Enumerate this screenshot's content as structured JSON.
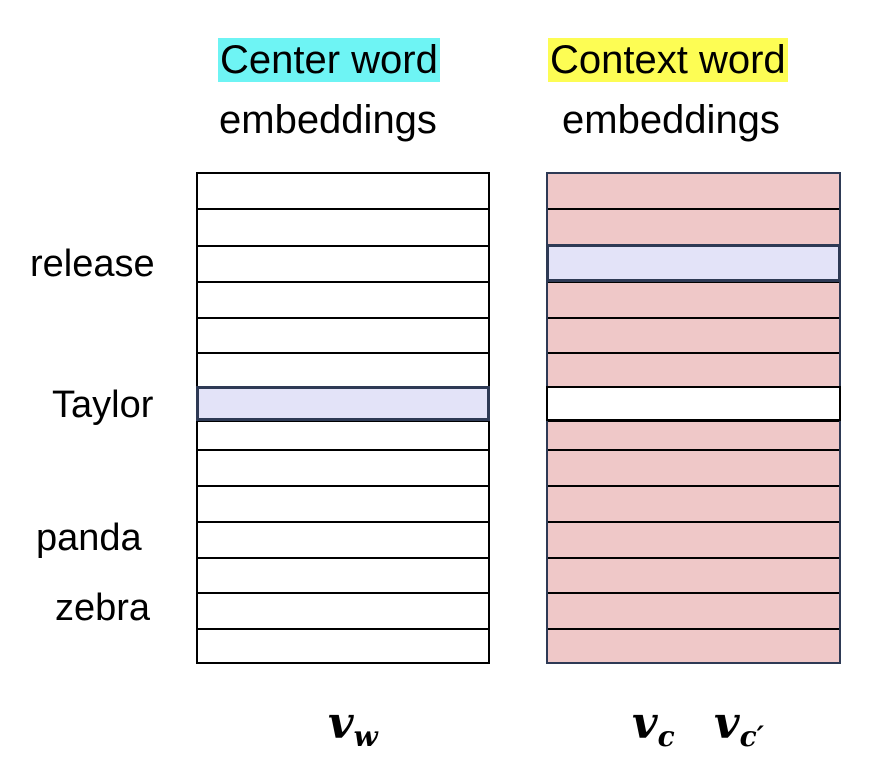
{
  "center": {
    "title": "Center word",
    "subtitle": "embeddings",
    "vector_label": "v",
    "vector_sub": "w"
  },
  "context": {
    "title": "Context word",
    "subtitle": "embeddings",
    "vector1_label": "v",
    "vector1_sub": "c",
    "vector2_label": "v",
    "vector2_sub": "c′"
  },
  "row_labels": {
    "release": "release",
    "taylor": "Taylor",
    "panda": "panda",
    "zebra": "zebra"
  },
  "colors": {
    "center_title_highlight": "#6ef4f4",
    "context_title_highlight": "#fdfd54",
    "context_matrix_fill": "#efc8c8",
    "selected_row_fill": "#e3e3f8",
    "selected_row_border": "#2e3a55"
  },
  "matrix": {
    "rows": 14,
    "center_selected_row": "Taylor",
    "context_selected_row": "release",
    "context_unshaded_row": "Taylor"
  }
}
